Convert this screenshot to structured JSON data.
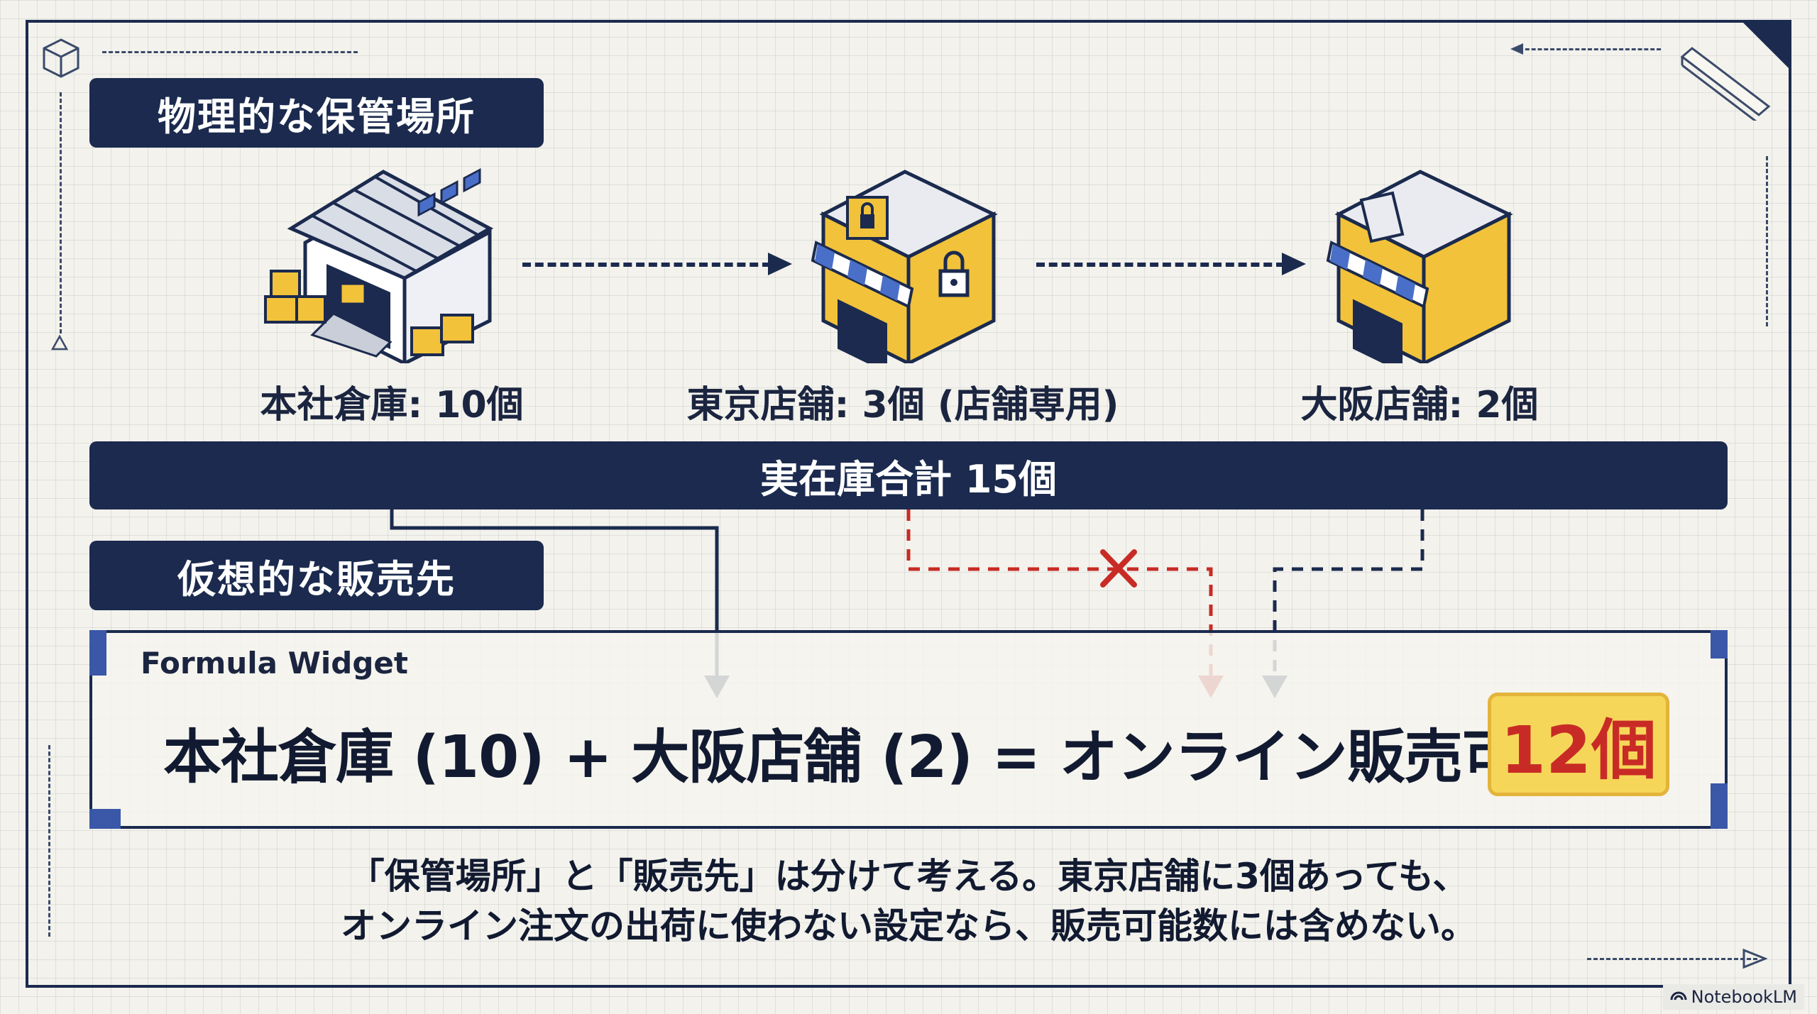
{
  "sections": {
    "physical_label": "物理的な保管場所",
    "virtual_label": "仮想的な販売先"
  },
  "locations": [
    {
      "name": "本社倉庫: 10個",
      "icon": "warehouse-icon"
    },
    {
      "name": "東京店舗: 3個 (店舗専用)",
      "icon": "locked-store-icon"
    },
    {
      "name": "大阪店舗: 2個",
      "icon": "store-icon"
    }
  ],
  "total_bar": "実在庫合計 15個",
  "widget": {
    "title": "Formula Widget",
    "formula": "本社倉庫 (10) + 大阪店舗 (2) = オンライン販売可能数:",
    "result": "12個"
  },
  "note": {
    "line1": "「保管場所」と「販売先」は分けて考える。東京店舗に3個あっても、",
    "line2": "オンライン注文の出荷に使わない設定なら、販売可能数には含めない。"
  },
  "brand": "NotebookLM",
  "colors": {
    "navy": "#1b2a4e",
    "accent_yellow": "#f6d659",
    "alert_red": "#c82b25",
    "background": "#f3f2ec"
  }
}
